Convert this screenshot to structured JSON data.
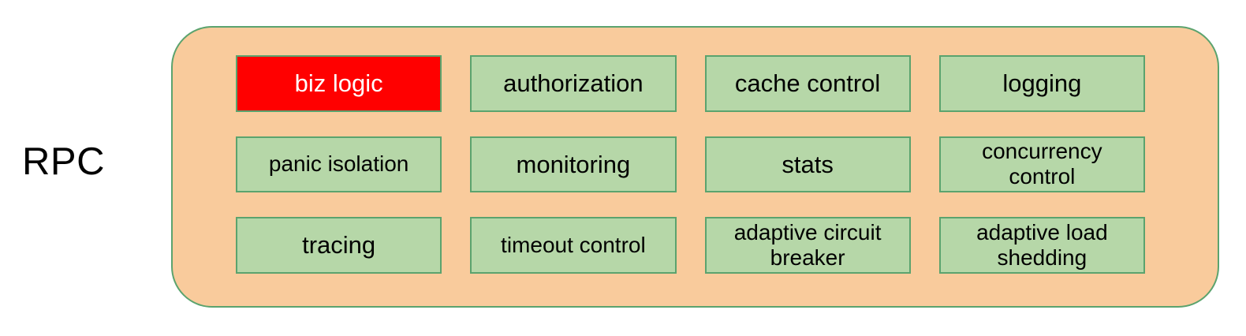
{
  "diagram": {
    "label": "RPC",
    "cells": [
      {
        "text": "biz logic",
        "variant": "highlight",
        "size": "lg"
      },
      {
        "text": "authorization",
        "variant": "normal",
        "size": "lg"
      },
      {
        "text": "cache control",
        "variant": "normal",
        "size": "lg"
      },
      {
        "text": "logging",
        "variant": "normal",
        "size": "lg"
      },
      {
        "text": "panic isolation",
        "variant": "normal",
        "size": "sm"
      },
      {
        "text": "monitoring",
        "variant": "normal",
        "size": "lg"
      },
      {
        "text": "stats",
        "variant": "normal",
        "size": "lg"
      },
      {
        "text": "concurrency\ncontrol",
        "variant": "normal",
        "size": "sm"
      },
      {
        "text": "tracing",
        "variant": "normal",
        "size": "lg"
      },
      {
        "text": "timeout control",
        "variant": "normal",
        "size": "sm"
      },
      {
        "text": "adaptive circuit\nbreaker",
        "variant": "normal",
        "size": "sm"
      },
      {
        "text": "adaptive load\nshedding",
        "variant": "normal",
        "size": "sm"
      }
    ]
  },
  "colors": {
    "page_bg": "#FFFFFF",
    "container_fill": "#F9CB9C",
    "container_border": "#5BA36E",
    "box_fill": "#B6D7A8",
    "box_border": "#5BA36E",
    "highlight_fill": "#FF0000",
    "highlight_text": "#FFFFFF",
    "text_color": "#000000"
  }
}
